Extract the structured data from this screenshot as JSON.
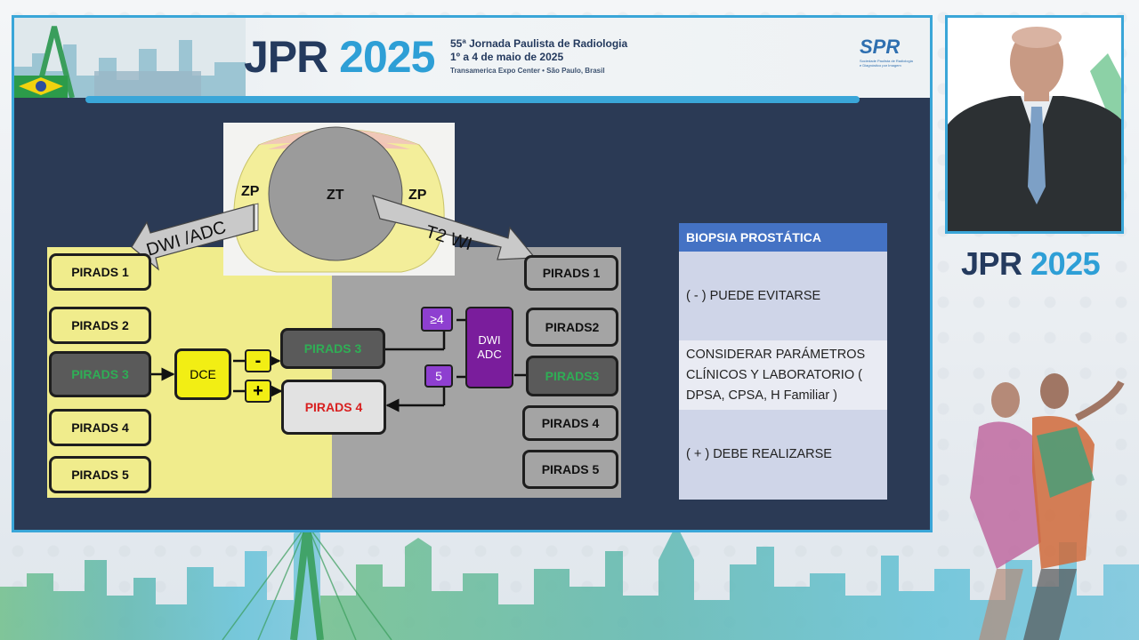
{
  "banner": {
    "logo_jpr": "JPR",
    "logo_year": "2025",
    "line1": "55ª Jornada Paulista de Radiologia",
    "line2": "1º a 4 de maio de 2025",
    "line3": "Transamerica Expo Center • São Paulo, Brasil",
    "society_logo": "SPR",
    "society_sub1": "Sociedade Paulista de Radiologia",
    "society_sub2": "e Diagnóstico por Imagem"
  },
  "side": {
    "logo_jpr": "JPR",
    "logo_year": "2025"
  },
  "prostate": {
    "zone_left": "ZP",
    "zone_center": "ZT",
    "zone_right": "ZP"
  },
  "arrows": {
    "left": "DWI /ADC",
    "right": "T2 WI"
  },
  "left_column": [
    "PIRADS 1",
    "PIRADS 2",
    "PIRADS 3",
    "PIRADS 4",
    "PIRADS 5"
  ],
  "right_column": [
    "PIRADS 1",
    "PIRADS2",
    "PIRADS3",
    "PIRADS 4",
    "PIRADS 5"
  ],
  "middle": {
    "dce": "DCE",
    "minus": "-",
    "plus": "+",
    "result_minus": "PIRADS 3",
    "result_plus": "PIRADS 4",
    "score_high": "≥4",
    "score_5": "5",
    "dwi_line1": "DWI",
    "dwi_line2": "ADC"
  },
  "biopsy": {
    "title": "BIOPSIA PROSTÁTICA",
    "row1": "( - ) PUEDE EVITARSE",
    "row2": "CONSIDERAR PARÁMETROS CLÍNICOS Y LABORATORIO ( DPSA, CPSA, H Familiar )",
    "row3": "( + ) DEBE REALIZARSE"
  },
  "colors": {
    "accent": "#3aa6d8",
    "slide_bg": "#2b3a55",
    "yellow_zone": "#f0ec8c",
    "gray_zone": "#a4a4a4",
    "green_text": "#2fae55",
    "red_text": "#d82020",
    "purple": "#8e3fd0",
    "table_header": "#4472c4"
  }
}
